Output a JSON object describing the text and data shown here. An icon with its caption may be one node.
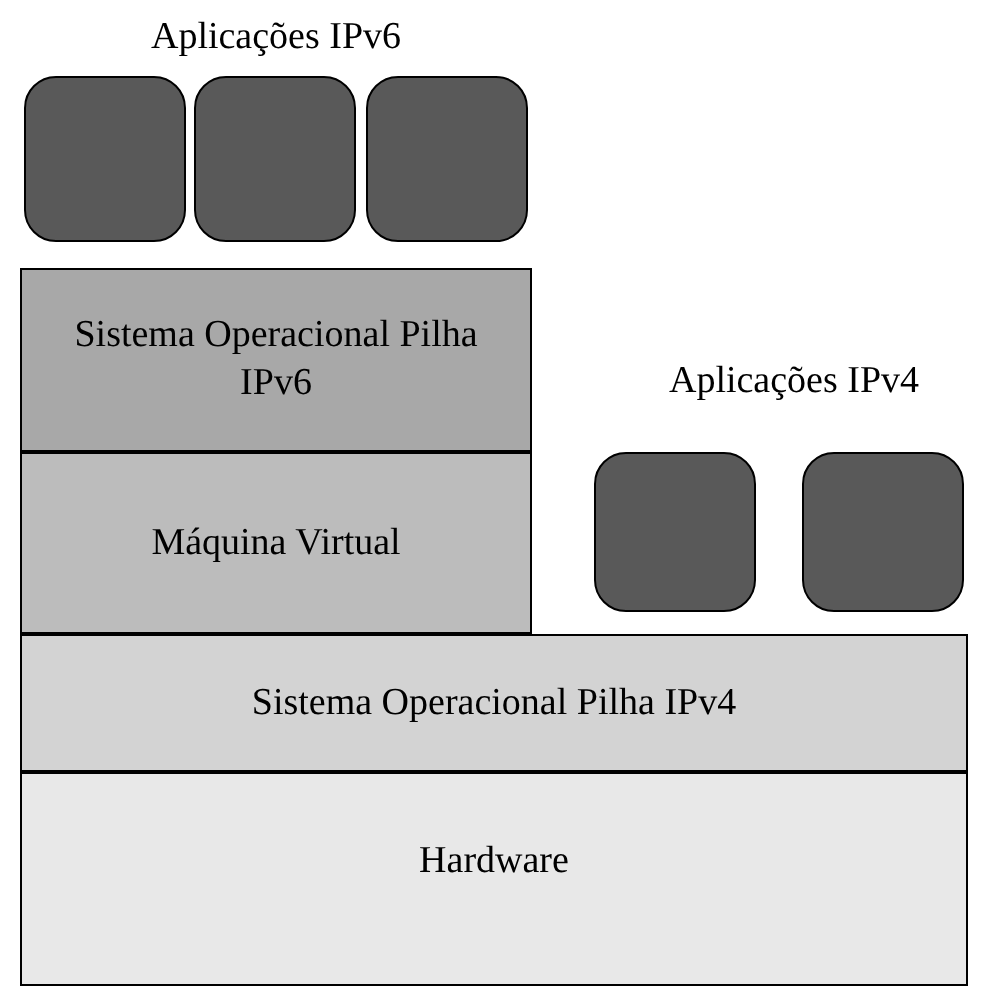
{
  "diagram": {
    "nodes": [
      {
        "text": [],
        "shape": "box"
      },
      {
        "text": [],
        "shape": "box"
      },
      {
        "text": [],
        "shape": "box"
      },
      {
        "text": [
          "Sistema Operacional Pilha IPv6"
        ]
      },
      {
        "text": [
          "Máquina Virtual"
        ]
      },
      {
        "text": [],
        "shape": "box"
      },
      {
        "text": [],
        "shape": "box"
      },
      {
        "text": [
          "Sistema Operacional Pilha IPv4"
        ]
      },
      {
        "text": [
          "Hardware"
        ]
      }
    ],
    "labels": [
      "Aplicações IPv6",
      "Aplicações IPv4"
    ]
  }
}
